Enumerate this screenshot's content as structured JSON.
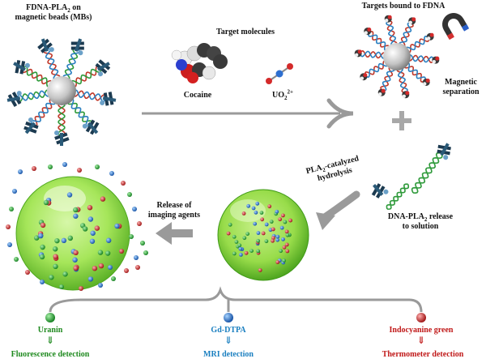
{
  "labels": {
    "fdna_line1": "FDNA-PLA",
    "fdna_sub": "2",
    "fdna_line1_suffix": " on",
    "fdna_line2": "magnetic beads (MBs)",
    "targets_bound": "Targets bound to FDNA",
    "target_molecules": "Target molecules",
    "cocaine": "Cocaine",
    "uo2": "UO",
    "uo2_sub": "2",
    "uo2_sup": "2+",
    "magnetic_line1": "Magnetic",
    "magnetic_line2": "separation",
    "pla_line1_a": "PLA",
    "pla_line1_sub": "2",
    "pla_line1_b": "-catalyzed",
    "pla_line2": "hydrolysis",
    "release_line1": "Release of",
    "release_line2": "imaging agents",
    "dna_line1": "DNA-PLA",
    "dna_sub": "2",
    "dna_line1_b": " release",
    "dna_line2": "to solution"
  },
  "agents": [
    {
      "name": "Uranin",
      "detection": "Fluorescence detection",
      "color": "#1f8a1f"
    },
    {
      "name": "Gd-DTPA",
      "detection": "MRI detection",
      "color": "#1a7fc0"
    },
    {
      "name": "Indocyanine green",
      "detection": "Thermometer detection",
      "color": "#c01818"
    }
  ],
  "colors": {
    "green_particle": "#1f9a2a",
    "blue_particle": "#1a66c8",
    "red_particle": "#c02020",
    "sphere": "#8fd84a",
    "arrow": "#9a9a9a",
    "helix_red": "#c0392b",
    "helix_blue": "#2a7fc0",
    "helix_green": "#2e9a3a",
    "enzyme": "#1c3a50"
  }
}
